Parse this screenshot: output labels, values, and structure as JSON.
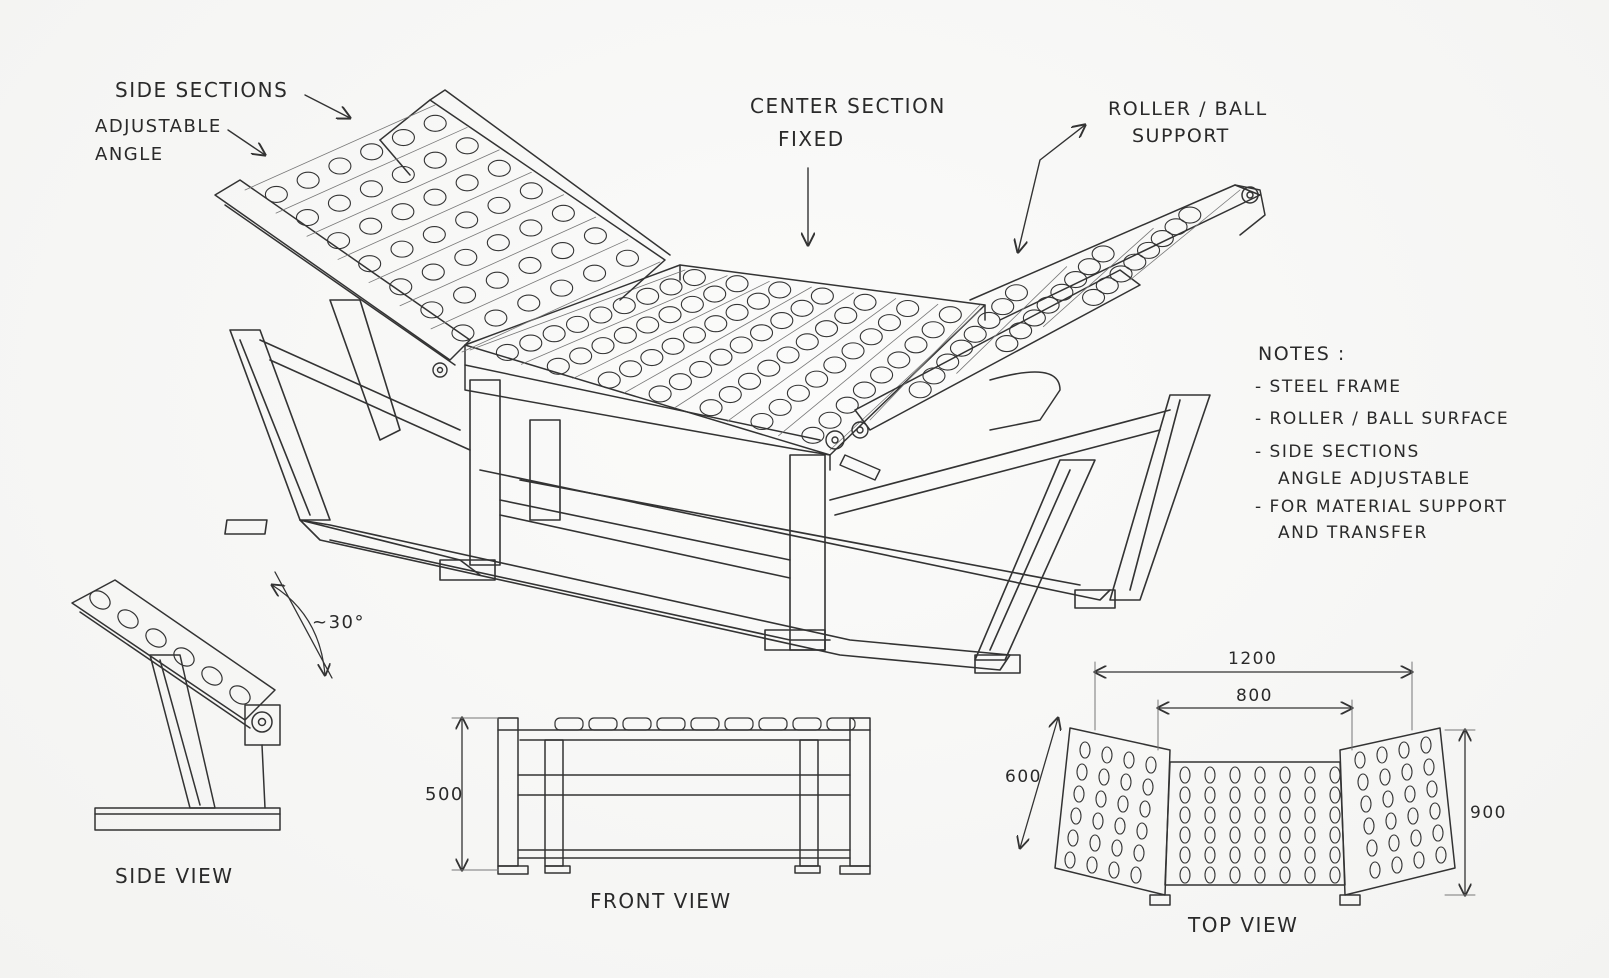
{
  "labels": {
    "side_sections": "SIDE SECTIONS",
    "adjustable_line1": "ADJUSTABLE",
    "adjustable_line2": "ANGLE",
    "center_line1": "CENTER SECTION",
    "center_line2": "FIXED",
    "roller_line1": "ROLLER / BALL",
    "roller_line2": "SUPPORT"
  },
  "notes": {
    "title": "NOTES :",
    "items": [
      "-  STEEL FRAME",
      "-  ROLLER / BALL SURFACE",
      "-  SIDE SECTIONS",
      "ANGLE ADJUSTABLE",
      "-  FOR MATERIAL SUPPORT",
      "AND TRANSFER"
    ]
  },
  "views": {
    "side": {
      "caption": "SIDE VIEW",
      "angle": "~30°"
    },
    "front": {
      "caption": "FRONT VIEW",
      "height": "500"
    },
    "top": {
      "caption": "TOP VIEW",
      "overall_width": "1200",
      "center_width": "800",
      "side_length": "600",
      "depth": "900"
    }
  },
  "colors": {
    "pencil": "#333333",
    "paper": "#f7f7f5"
  }
}
